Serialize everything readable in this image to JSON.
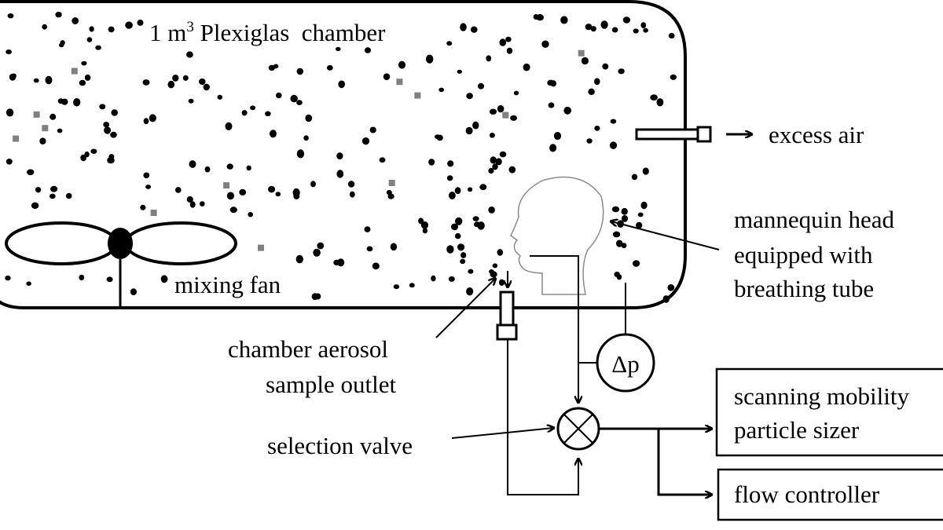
{
  "diagram": {
    "chamber_title_prefix": "1 m",
    "chamber_title_superscript": "3",
    "chamber_title_suffix": " Plexiglas  chamber",
    "excess_air_label": "excess air",
    "mannequin_label_line1": "mannequin  head",
    "mannequin_label_line2": "equipped with",
    "mannequin_label_line3": "breathing tube",
    "mixing_fan_label": "mixing fan",
    "sample_outlet_label_line1": "chamber aerosol",
    "sample_outlet_label_line2": "sample outlet",
    "delta_p_label": "Δp",
    "selection_valve_label": "selection  valve",
    "smps_label_line1": "scanning mobility",
    "smps_label_line2": "particle sizer",
    "flow_controller_label": "flow controller"
  },
  "colors": {
    "ink": "#000000",
    "background": "#ffffff",
    "head_outline": "#8a8a8a"
  }
}
